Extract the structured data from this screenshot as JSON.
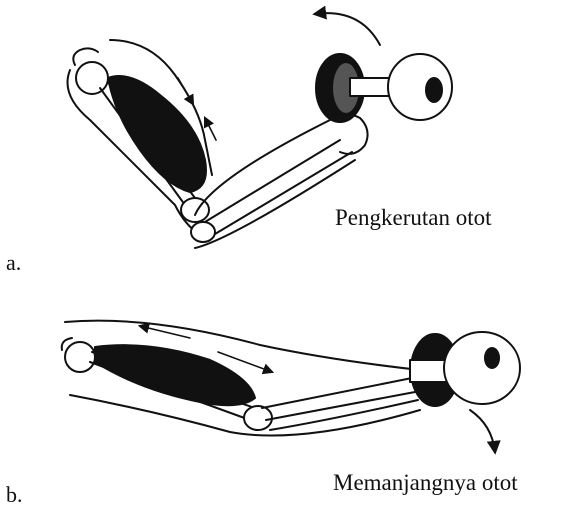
{
  "panels": [
    {
      "tag": "a.",
      "caption": "Pengkerutan otot"
    },
    {
      "tag": "b.",
      "caption": "Memanjangnya otot"
    }
  ],
  "colors": {
    "ink": "#111111",
    "paper": "#ffffff"
  }
}
